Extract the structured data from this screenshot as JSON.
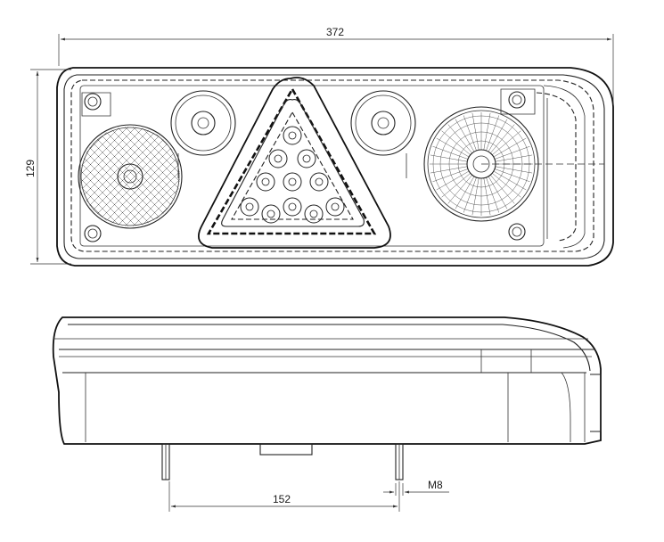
{
  "drawing": {
    "dimensions": {
      "overall_width": "372",
      "overall_height": "129",
      "mount_spacing": "152",
      "thread": "M8"
    }
  }
}
